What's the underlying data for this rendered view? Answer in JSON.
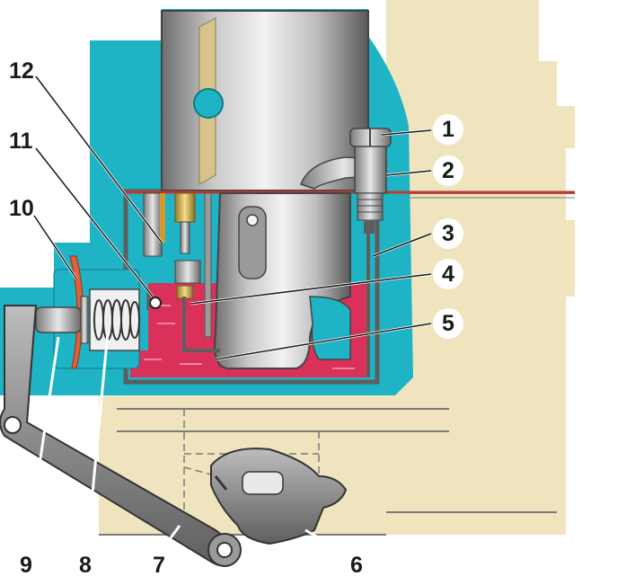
{
  "colors": {
    "body": "#f0e4bf",
    "body_lines": "#7a7a7a",
    "housing": "#1fb3c6",
    "fuel": "#d9315a",
    "metal_dark": "#5e5e5e",
    "metal_light": "#dcdcdc",
    "diaphragm": "#e0603a",
    "gasket": "#c0392b"
  },
  "callouts": [
    {
      "id": "1",
      "label": "1"
    },
    {
      "id": "2",
      "label": "2"
    },
    {
      "id": "3",
      "label": "3"
    },
    {
      "id": "4",
      "label": "4"
    },
    {
      "id": "5",
      "label": "5"
    },
    {
      "id": "6",
      "label": "6"
    },
    {
      "id": "7",
      "label": "7"
    },
    {
      "id": "8",
      "label": "8"
    },
    {
      "id": "9",
      "label": "9"
    },
    {
      "id": "10",
      "label": "10"
    },
    {
      "id": "11",
      "label": "11"
    },
    {
      "id": "12",
      "label": "12"
    }
  ]
}
